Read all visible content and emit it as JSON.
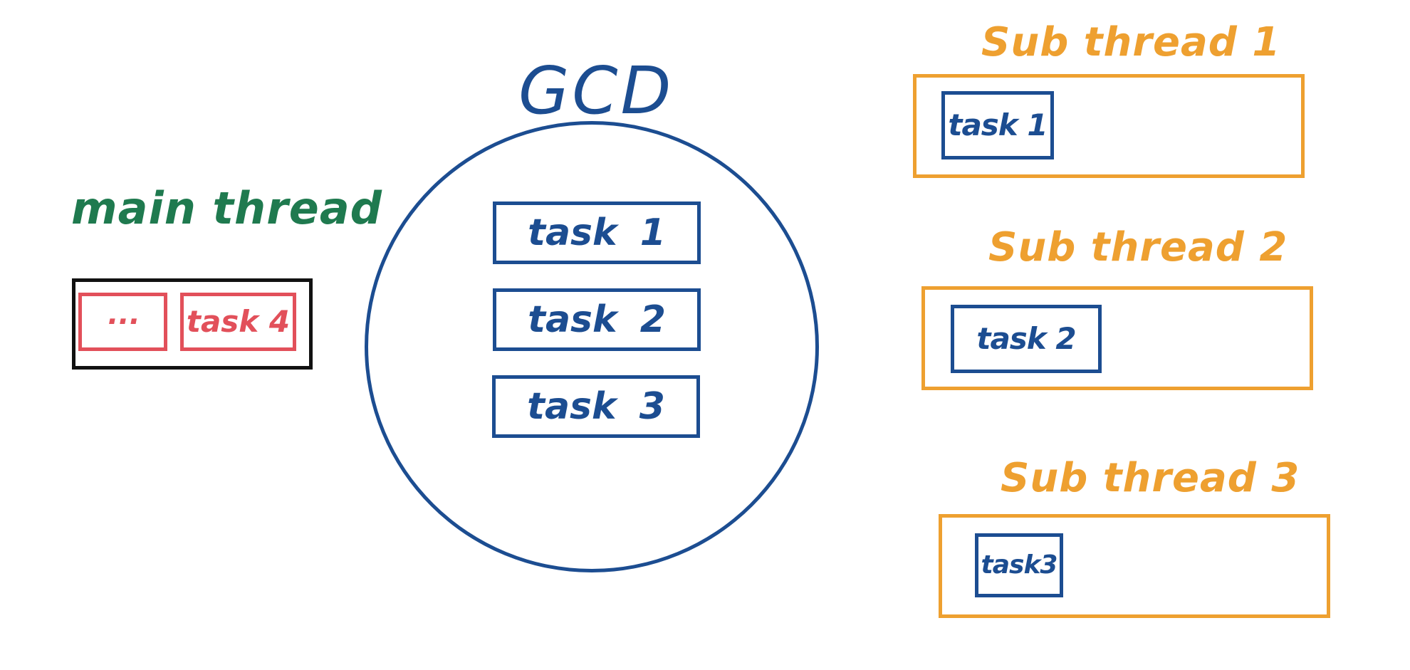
{
  "main_thread": {
    "title": "main thread",
    "items": [
      "···",
      "task 4"
    ]
  },
  "gcd": {
    "title": "GCD",
    "tasks": [
      "task 1",
      "task 2",
      "task 3"
    ]
  },
  "sub_threads": [
    {
      "title": "Sub thread 1",
      "task": "task 1"
    },
    {
      "title": "Sub thread 2",
      "task": "task 2"
    },
    {
      "title": "Sub thread 3",
      "task": "task3"
    }
  ],
  "colors": {
    "main_thread_title": "#1f7a4f",
    "main_thread_border": "#111111",
    "main_thread_task": "#e2505a",
    "gcd": "#1c4d91",
    "sub_thread": "#eea030",
    "task": "#1c4d91"
  }
}
